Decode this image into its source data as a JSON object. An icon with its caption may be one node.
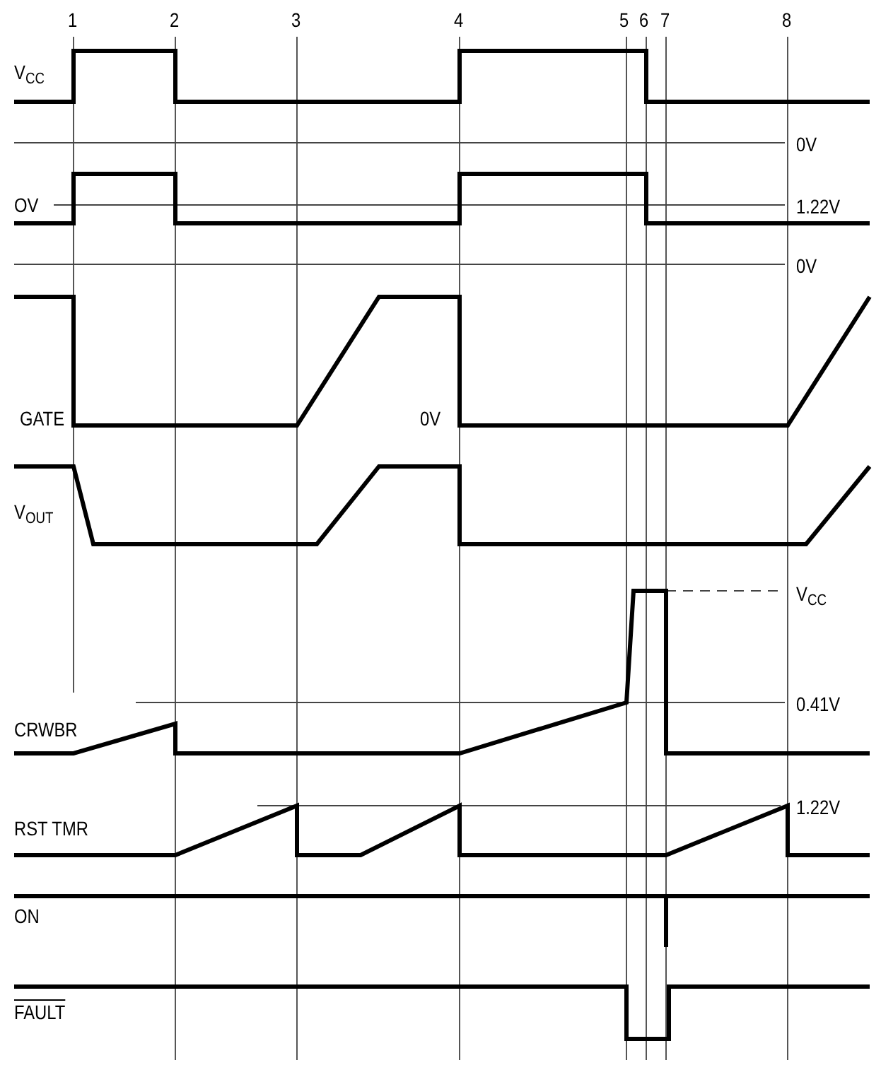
{
  "diagram": {
    "labels": [
      "1",
      "2",
      "3",
      "4",
      "5",
      "6",
      "7",
      "8",
      "V$_{CC}$",
      "0V",
      "OV",
      "1.22V",
      "0V",
      "GATE",
      "0V",
      "V$_{OUT}$",
      "V$_{CC}$",
      "CRWBR",
      "0.41V",
      "RST TMR",
      "1.22V",
      "ON",
      "FAULT"
    ]
  }
}
